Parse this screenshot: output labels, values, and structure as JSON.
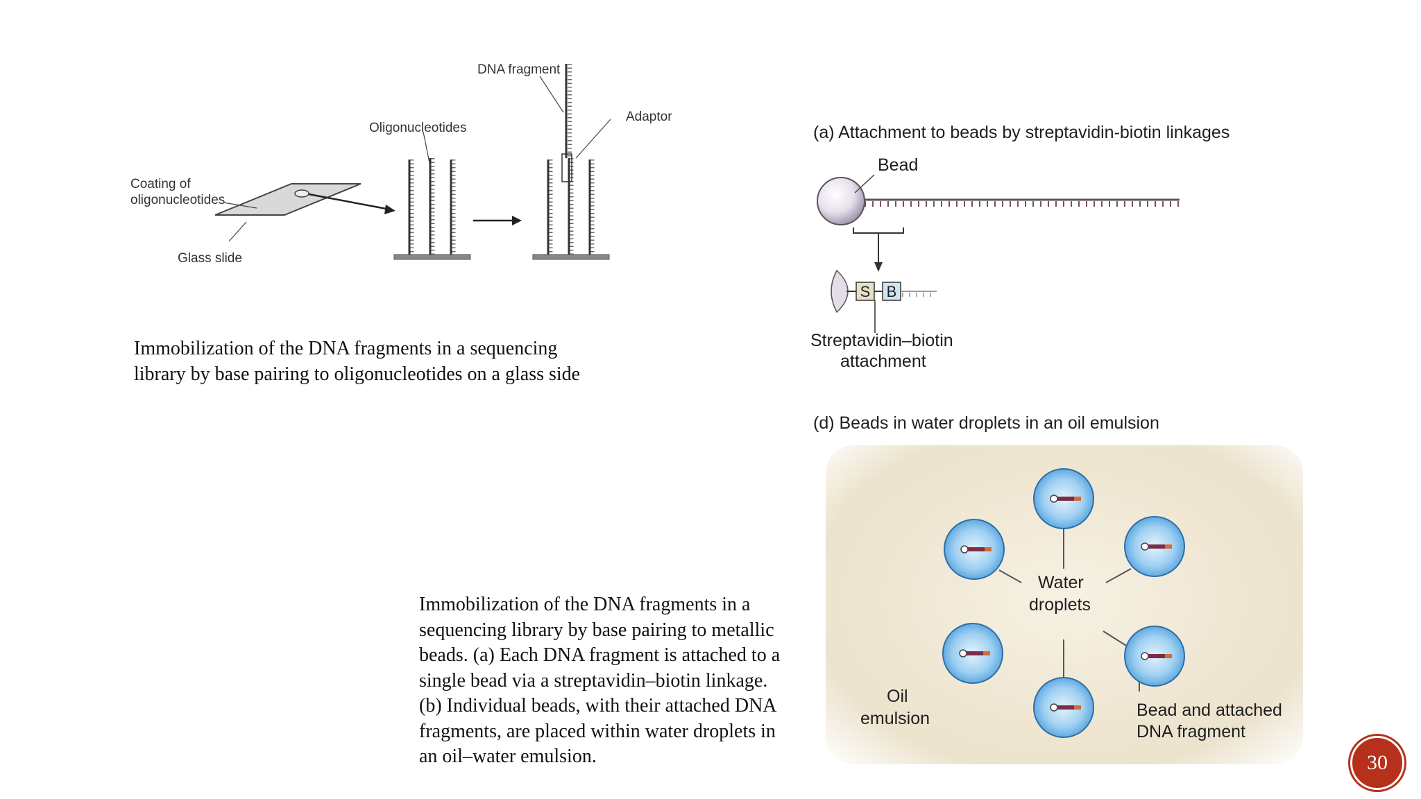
{
  "slide_number": "30",
  "left_diagram": {
    "labels": {
      "dna_fragment": "DNA fragment",
      "adaptor": "Adaptor",
      "oligonucleotides": "Oligonucleotides",
      "coating_line1": "Coating of",
      "coating_line2": "oligonucleotides",
      "glass_slide": "Glass slide"
    },
    "caption_lines": [
      "Immobilization of the DNA fragments in a sequencing",
      "library by base pairing to oligonucleotides on a glass side"
    ]
  },
  "panel_a": {
    "title": "(a)  Attachment to beads by streptavidin-biotin linkages",
    "bead_label": "Bead",
    "s_box": "S",
    "b_box": "B",
    "attachment_line1": "Streptavidin–biotin",
    "attachment_line2": "attachment"
  },
  "panel_d": {
    "title": "(d)  Beads in water droplets in an oil emulsion",
    "water_line1": "Water",
    "water_line2": "droplets",
    "oil_line1": "Oil",
    "oil_line2": "emulsion",
    "bead_dna_line1": "Bead and attached",
    "bead_dna_line2": "DNA fragment"
  },
  "bottom_caption_lines": [
    "Immobilization of the DNA fragments in a",
    "sequencing library by base pairing to metallic",
    "beads. (a) Each DNA fragment is attached to a",
    "single bead via a streptavidin–biotin linkage.",
    "(b) Individual beads, with their attached DNA",
    "fragments, are placed within water droplets in",
    "an oil–water emulsion."
  ],
  "colors": {
    "page_badge": "#b7301c",
    "droplet": "#5aa9e6",
    "oil": "#efe6d2"
  }
}
